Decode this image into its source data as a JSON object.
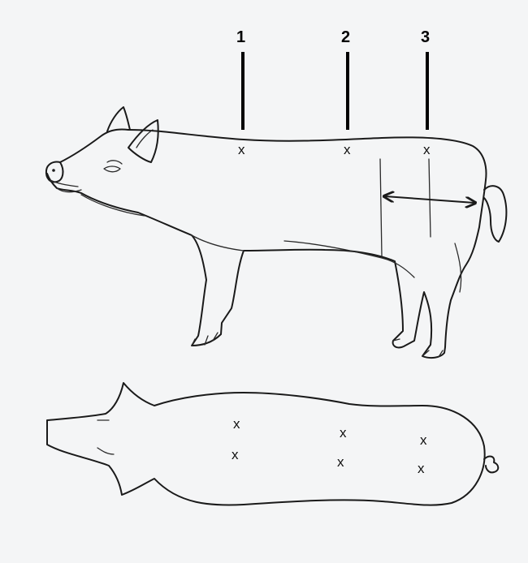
{
  "side_view": {
    "points": [
      {
        "label": "1",
        "mark": "x"
      },
      {
        "label": "2",
        "mark": "x"
      },
      {
        "label": "3",
        "mark": "x"
      }
    ]
  },
  "top_view": {
    "marks": [
      "x",
      "x",
      "x",
      "x",
      "x",
      "x"
    ]
  },
  "colors": {
    "line": "#1a1a1a",
    "background": "#f4f5f6"
  }
}
